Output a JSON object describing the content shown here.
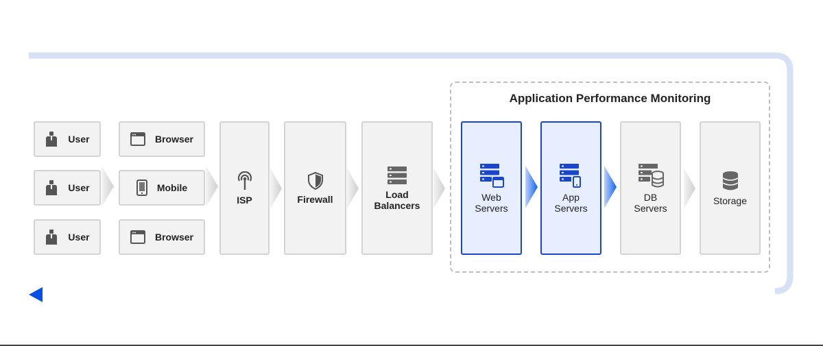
{
  "title": "Application Performance Monitoring",
  "sources": [
    {
      "id": "user1",
      "label": "User",
      "icon": "user-icon"
    },
    {
      "id": "user2",
      "label": "User",
      "icon": "user-icon"
    },
    {
      "id": "user3",
      "label": "User",
      "icon": "user-icon"
    }
  ],
  "clients": [
    {
      "id": "browser1",
      "label": "Browser",
      "icon": "browser-icon"
    },
    {
      "id": "mobile",
      "label": "Mobile",
      "icon": "mobile-icon"
    },
    {
      "id": "browser2",
      "label": "Browser",
      "icon": "browser-icon"
    }
  ],
  "stages": [
    {
      "id": "isp",
      "label": "ISP",
      "icon": "antenna-icon"
    },
    {
      "id": "firewall",
      "label": "Firewall",
      "icon": "shield-icon"
    },
    {
      "id": "load-balancers",
      "label": "Load\nBalancers",
      "icon": "server-rack-icon"
    },
    {
      "id": "web-servers",
      "label": "Web\nServers",
      "icon": "web-server-icon",
      "highlight": true
    },
    {
      "id": "app-servers",
      "label": "App\nServers",
      "icon": "app-server-icon",
      "highlight": true
    },
    {
      "id": "db-servers",
      "label": "DB\nServers",
      "icon": "db-server-icon"
    },
    {
      "id": "storage",
      "label": "Storage",
      "icon": "database-icon"
    }
  ],
  "colors": {
    "accent": "#1a47c9",
    "highlight_fill": "#e6eeff",
    "box_fill": "#f2f2f2",
    "loop_light": "#d6e1f5",
    "loop_dark": "#0a50e6"
  }
}
